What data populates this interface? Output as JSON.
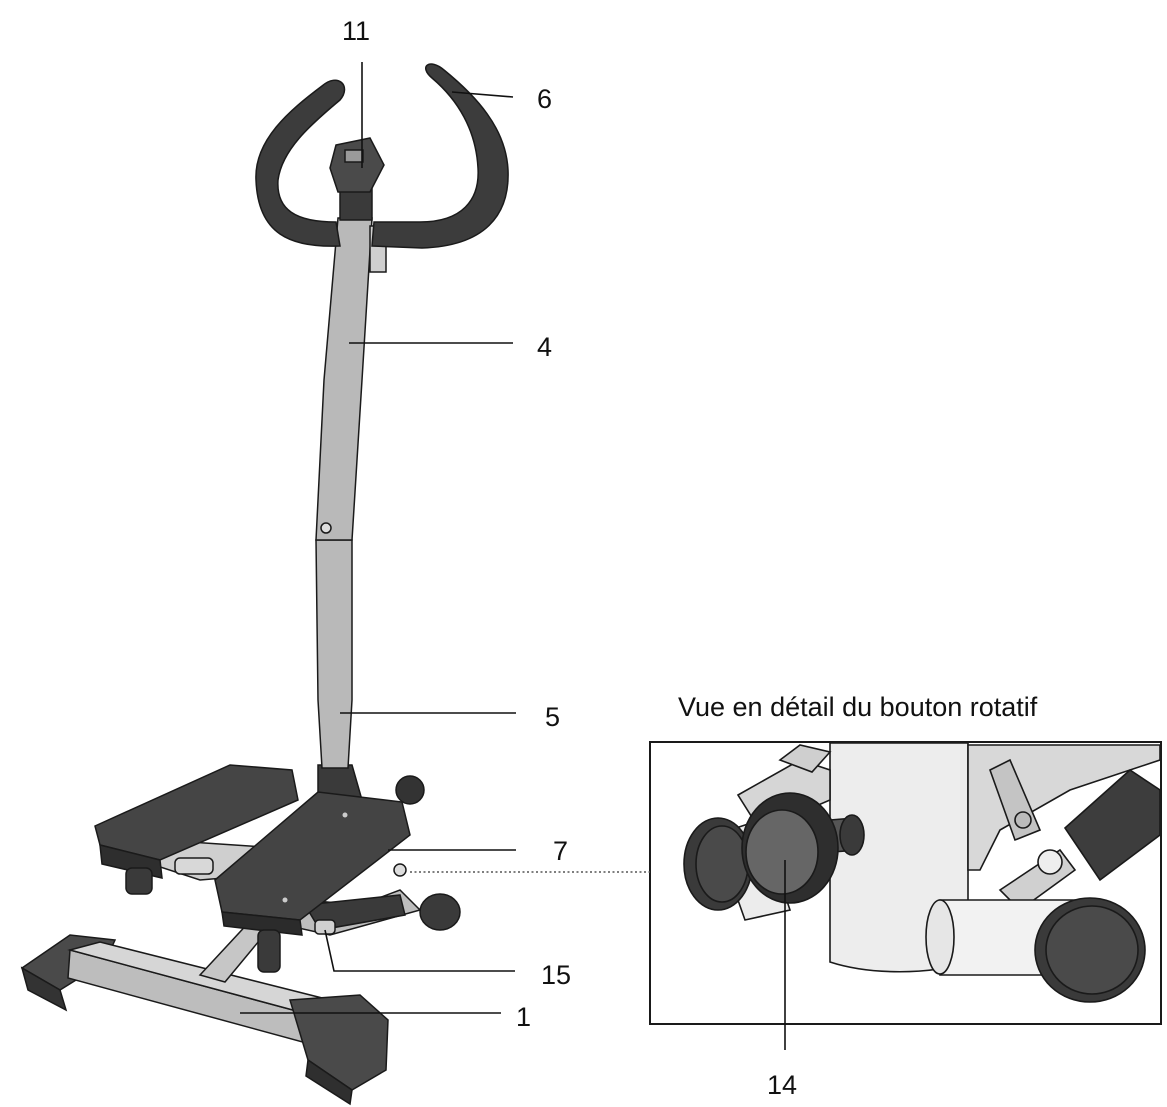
{
  "callouts": {
    "part_11": "11",
    "part_6": "6",
    "part_4": "4",
    "part_5": "5",
    "part_7": "7",
    "part_15": "15",
    "part_1": "1",
    "part_14": "14"
  },
  "detail": {
    "caption": "Vue en détail du bouton rotatif"
  },
  "colors": {
    "dark": "#3f3f3f",
    "tube": "#b9b9b9",
    "light": "#e3e3e3",
    "outline": "#1a1a1a"
  }
}
